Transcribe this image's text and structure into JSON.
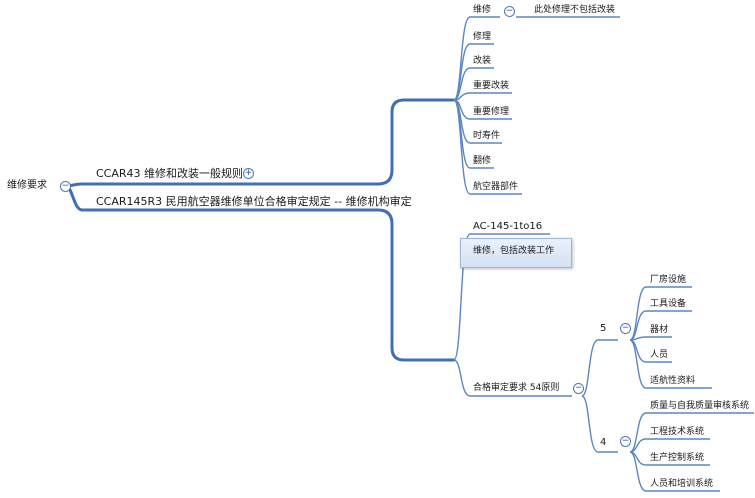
{
  "root": {
    "label": "维修要求"
  },
  "branches": [
    {
      "label": "CCAR43 维修和改装一般规则",
      "toggle": "+",
      "children": [
        {
          "label": "维修",
          "toggle": "−",
          "note": "此处修理不包括改装"
        },
        {
          "label": "修理"
        },
        {
          "label": "改装"
        },
        {
          "label": "重要改装"
        },
        {
          "label": "重要修理"
        },
        {
          "label": "时寿件"
        },
        {
          "label": "翻修"
        },
        {
          "label": "航空器部件"
        }
      ]
    },
    {
      "label": "CCAR145R3 民用航空器维修单位合格审定规定 -- 维修机构审定",
      "children": [
        {
          "label": "AC-145-1to16"
        },
        {
          "label": "维修，包括改装工作"
        },
        {
          "label": "合格审定要求 54原则",
          "toggle": "−",
          "groups": [
            {
              "label": "5",
              "toggle": "−",
              "items": [
                "厂房设施",
                "工具设备",
                "器材",
                "人员",
                "适航性资料"
              ]
            },
            {
              "label": "4",
              "toggle": "−",
              "items": [
                "质量与自我质量审核系统",
                "工程技术系统",
                "生产控制系统",
                "人员和培训系统"
              ]
            }
          ]
        }
      ]
    }
  ],
  "root_toggle": "−",
  "colors": {
    "trunk": "#3f6fb5",
    "branch": "#5b86c2",
    "text": "#1a1a1a"
  }
}
